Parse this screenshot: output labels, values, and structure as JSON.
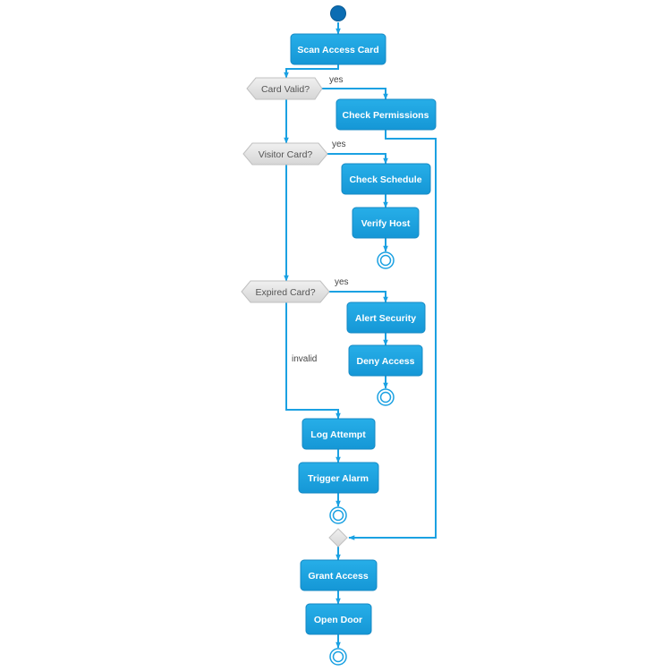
{
  "colors": {
    "activity_fill": "#1ba1e2",
    "activity_stroke": "#1589c4",
    "edge": "#1ba1e2",
    "decision_fill": "#e4e4e4",
    "decision_stroke": "#c0c0c0",
    "start_fill": "#0b6db3"
  },
  "activities": {
    "scan_access_card": "Scan Access Card",
    "check_permissions": "Check Permissions",
    "check_schedule": "Check Schedule",
    "verify_host": "Verify Host",
    "alert_security": "Alert Security",
    "deny_access": "Deny Access",
    "log_attempt": "Log Attempt",
    "trigger_alarm": "Trigger Alarm",
    "grant_access": "Grant Access",
    "open_door": "Open Door"
  },
  "decisions": {
    "card_valid": "Card Valid?",
    "visitor_card": "Visitor Card?",
    "expired_card": "Expired Card?"
  },
  "edge_labels": {
    "card_valid_yes": "yes",
    "visitor_card_yes": "yes",
    "expired_card_yes": "yes",
    "invalid": "invalid"
  }
}
